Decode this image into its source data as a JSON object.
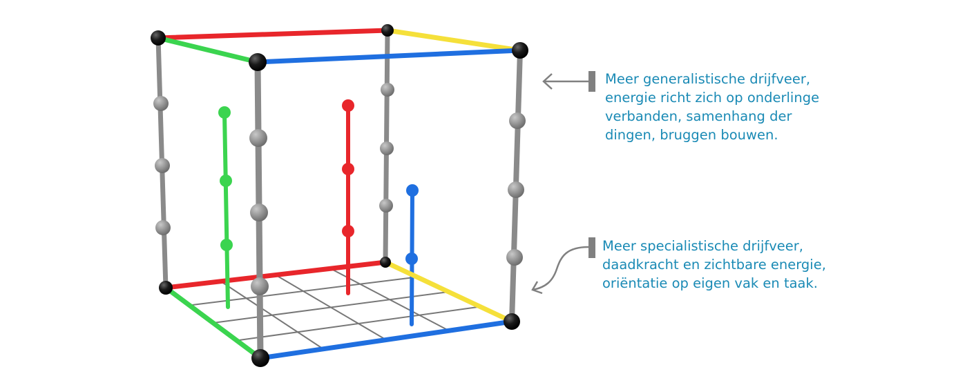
{
  "colors": {
    "red": "#e8262b",
    "yellow": "#f5e03a",
    "green": "#3bd44f",
    "blue": "#1f6fe0",
    "frame": "#8a8a8a",
    "joint": "#151515",
    "text": "#1a8ab5",
    "arrow": "#808080"
  },
  "annotations": [
    {
      "name": "generalist",
      "lines": [
        "Meer generalistische drijfveer,",
        "energie richt zich op onderlinge",
        "verbanden, samenhang der",
        "dingen, bruggen bouwen."
      ]
    },
    {
      "name": "specialist",
      "lines": [
        "Meer specialistische drijfveer,",
        "daadkracht en zichtbare energie,",
        "oriëntatie op eigen vak en taak."
      ]
    }
  ]
}
